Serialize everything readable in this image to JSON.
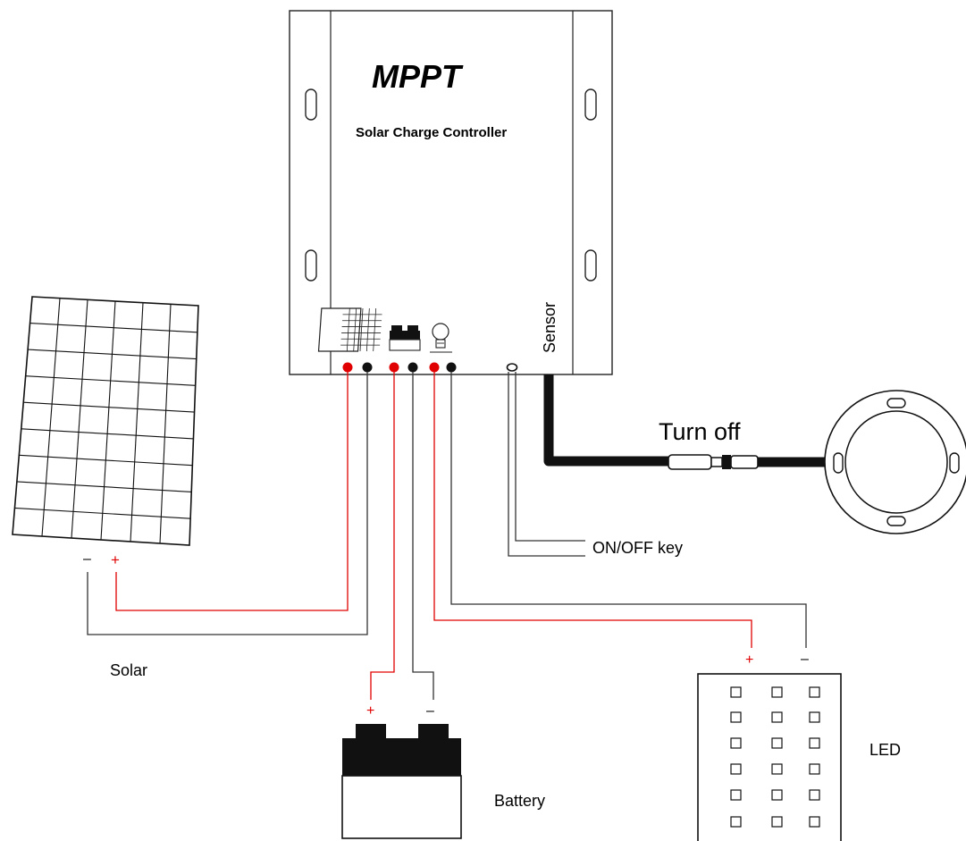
{
  "controller": {
    "brand": "MPPT",
    "subtitle": "Solar Charge Controller",
    "sensor_label": "Sensor"
  },
  "labels": {
    "solar": "Solar",
    "battery": "Battery",
    "led": "LED",
    "on_off_key": "ON/OFF key",
    "turn_off": "Turn off"
  },
  "polarity": {
    "plus": "+",
    "minus": "–"
  },
  "colors": {
    "positive_wire": "#e00000",
    "negative_wire": "#333333"
  }
}
